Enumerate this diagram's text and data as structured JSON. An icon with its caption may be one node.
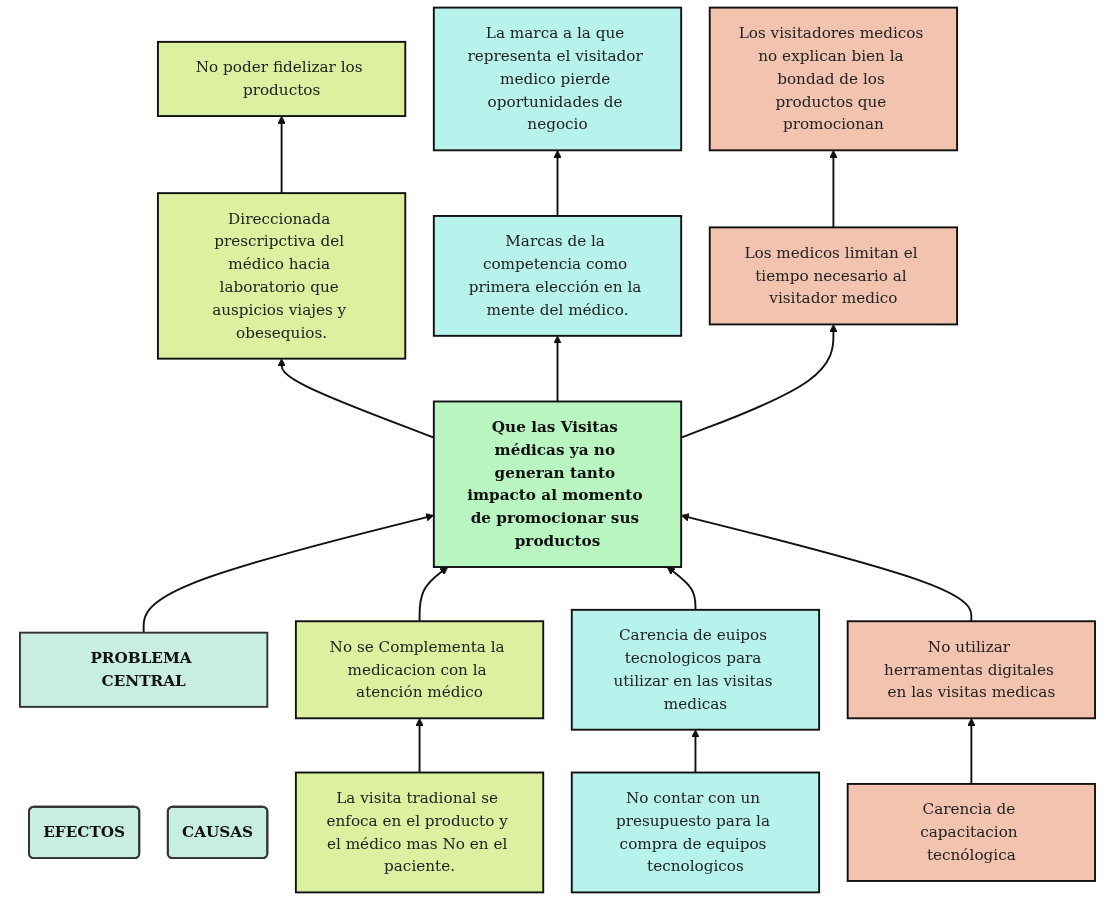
{
  "diagram": {
    "nodes": [
      {
        "text": [
          "EFECTOS"
        ]
      },
      {
        "text": [
          "No poder fidelizar los productos"
        ]
      },
      {
        "text": [
          "La marca a la que representa el visitador medico pierde oportunidades de negocio"
        ]
      },
      {
        "text": [
          "Los visitadores medicos no explican bien la bondad de los productos que promocionan"
        ]
      },
      {
        "text": [
          "Direccionada prescripctiva del médico hacia laboratorio que auspicios viajes y obesequios."
        ]
      },
      {
        "text": [
          "Marcas de la competencia como primera elección en la mente del médico."
        ]
      },
      {
        "text": [
          "Los medicos limitan el tiempo necesario al visitador medico"
        ]
      },
      {
        "text": [
          "PROBLEMA CENTRAL"
        ]
      },
      {
        "text": [
          "Que las Visitas médicas ya no generan tanto impacto al momento de promocionar sus productos"
        ]
      },
      {
        "text": [
          "CAUSAS"
        ]
      },
      {
        "text": [
          "No se Complementa la medicacion con la atención médico"
        ]
      },
      {
        "text": [
          "Carencia de euipos tecnologicos para utilizar en las visitas medicas"
        ]
      },
      {
        "text": [
          "No utilizar herramentas digitales en las visitas medicas"
        ]
      },
      {
        "text": [
          "La visita tradional se enfoca en el producto y el médico mas No en el paciente."
        ]
      },
      {
        "text": [
          "No contar con un presupuesto para la compra de equipos tecnologicos"
        ]
      },
      {
        "text": [
          "Carencia de capacitacion tecnólogica"
        ]
      }
    ],
    "edges": [
      {
        "from": 4,
        "to": 1,
        "arrow": "to"
      },
      {
        "from": 5,
        "to": 2,
        "arrow": "to"
      },
      {
        "from": 6,
        "to": 3,
        "arrow": "to"
      },
      {
        "from": 7,
        "to": 8,
        "arrow": "to"
      },
      {
        "from": 8,
        "to": 4,
        "arrow": "to"
      },
      {
        "from": 8,
        "to": 5,
        "arrow": "to"
      },
      {
        "from": 8,
        "to": 6,
        "arrow": "to"
      },
      {
        "from": 10,
        "to": 8,
        "arrow": "to"
      },
      {
        "from": 11,
        "to": 8,
        "arrow": "to"
      },
      {
        "from": 12,
        "to": 8,
        "arrow": "to"
      },
      {
        "from": 13,
        "to": 10,
        "arrow": "to"
      },
      {
        "from": 14,
        "to": 11,
        "arrow": "to"
      },
      {
        "from": 15,
        "to": 12,
        "arrow": "to"
      }
    ]
  }
}
